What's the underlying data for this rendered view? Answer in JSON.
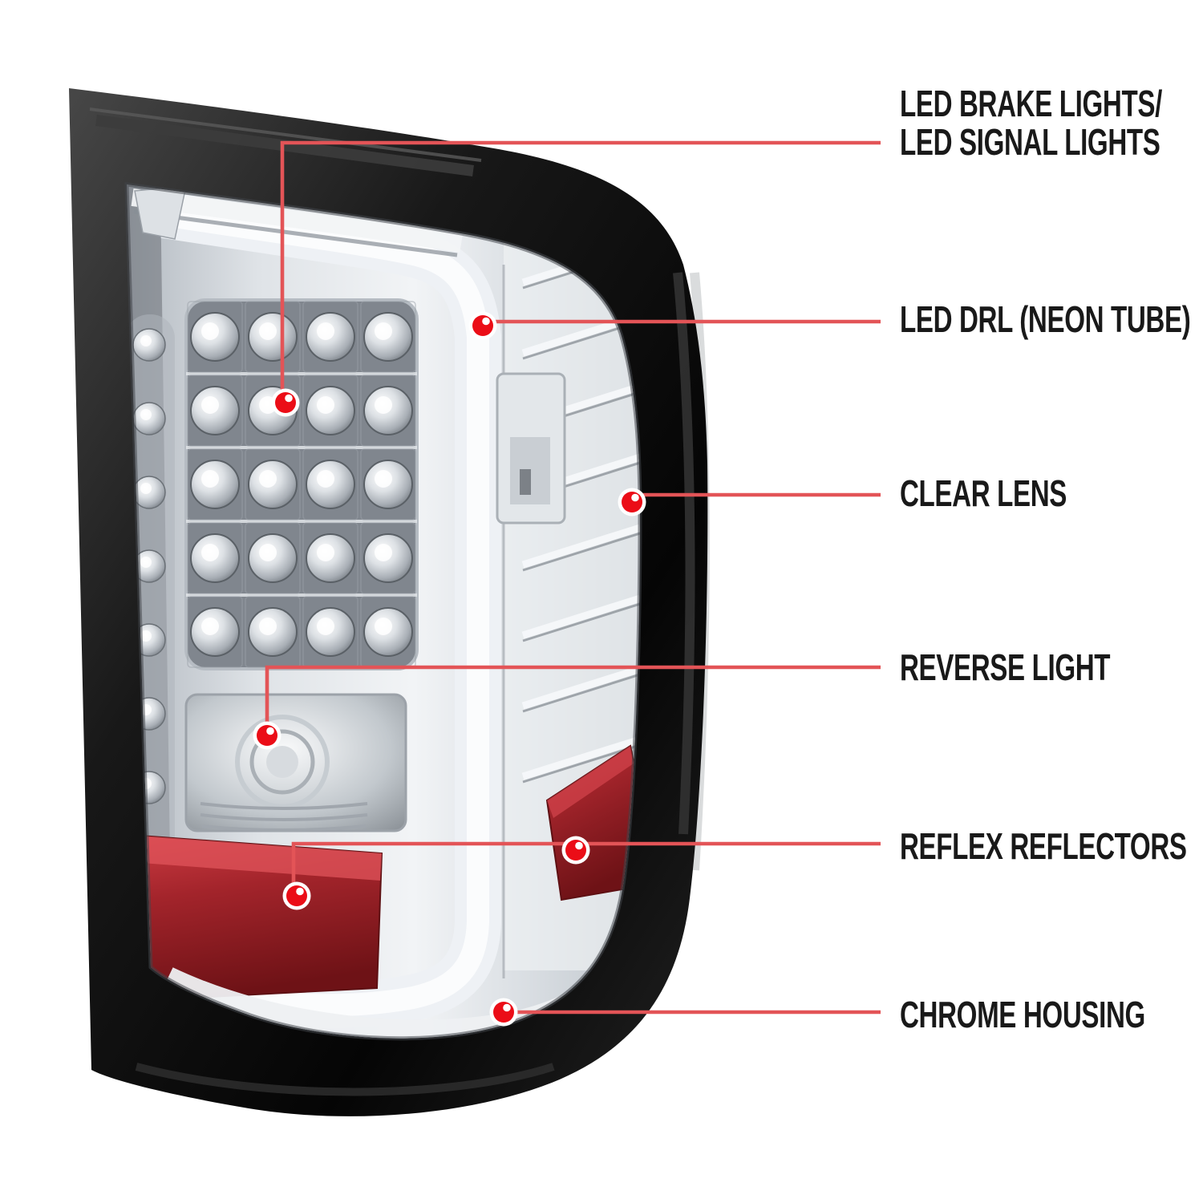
{
  "page": {
    "background": "#ffffff"
  },
  "colors": {
    "callout_line": "#e35457",
    "callout_dot": "#eb0d17",
    "label_text": "#191919",
    "housing_black": "#121212",
    "lens_silver": "#dfe3e7",
    "reflector_red": "#a3242b"
  },
  "illustration": {
    "alt": "Chrome housing clear lens LED tail light shown at an angle with red callout markers"
  },
  "callouts": [
    {
      "id": "brake-signal",
      "label_lines": [
        "LED BRAKE LIGHTS/",
        "LED SIGNAL LIGHTS"
      ]
    },
    {
      "id": "drl",
      "label_lines": [
        "LED DRL (NEON TUBE)"
      ]
    },
    {
      "id": "clear-lens",
      "label_lines": [
        "CLEAR LENS"
      ]
    },
    {
      "id": "reverse-light",
      "label_lines": [
        "REVERSE LIGHT"
      ]
    },
    {
      "id": "reflex-reflectors",
      "label_lines": [
        "REFLEX REFLECTORS"
      ]
    },
    {
      "id": "chrome-housing",
      "label_lines": [
        "CHROME HOUSING"
      ]
    }
  ]
}
